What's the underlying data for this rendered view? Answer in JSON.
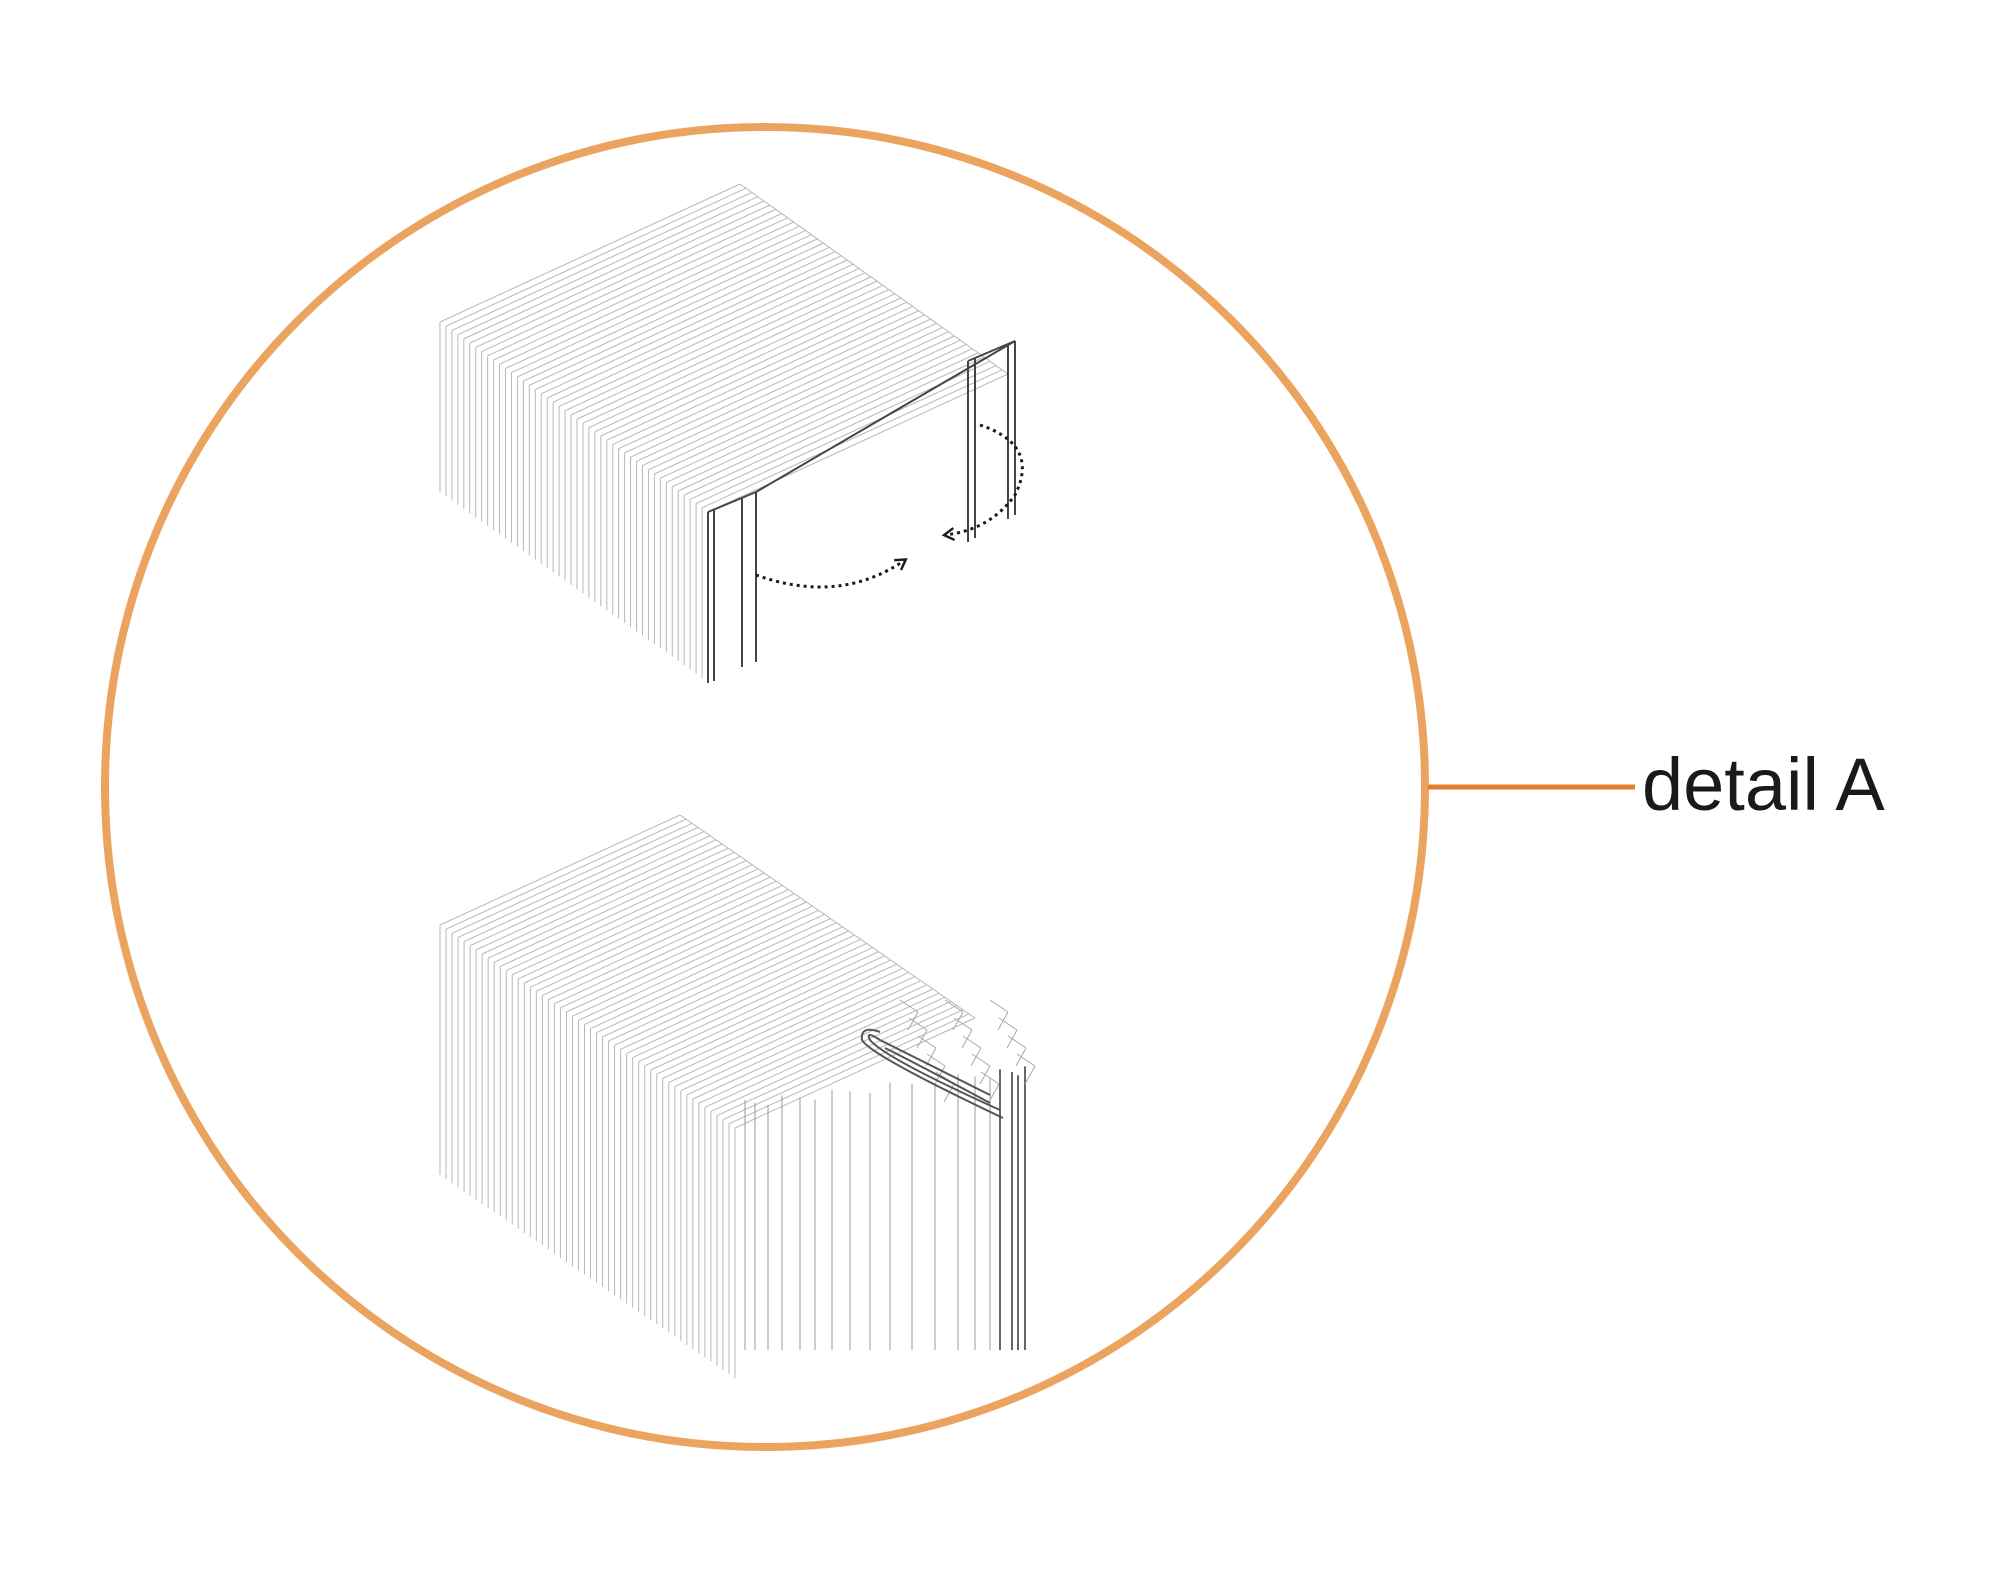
{
  "detail": {
    "label": "detail A"
  },
  "colors": {
    "circle_outline": "#EBA45F",
    "leader_line": "#E07F28",
    "fin_stroke": "#b7b7b7",
    "front_stroke": "#444444",
    "arrow_stroke": "#1a1a1a",
    "label_text": "#1a1a1a",
    "background": "#ffffff"
  },
  "figures": [
    {
      "name": "fin-stack-unfolded",
      "arrows": 2,
      "state": "open"
    },
    {
      "name": "fin-stack-folded",
      "arrows": 0,
      "state": "folded"
    }
  ]
}
